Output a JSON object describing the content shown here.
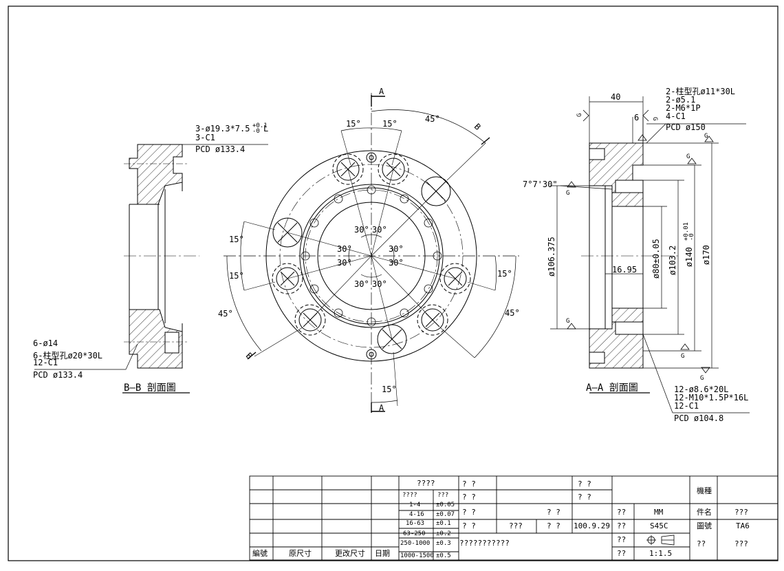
{
  "views": {
    "section_a_title": "A—A 剖面圖",
    "section_b_title": "B—B 剖面圖",
    "cut_label_a": "A",
    "cut_label_b": "B",
    "front": {
      "ang_15a": "15°",
      "ang_15b": "15°",
      "ang_45_top": "45°",
      "ang_15_left1": "15°",
      "ang_15_left2": "15°",
      "ang_45_left": "45°",
      "ang_15_right": "15°",
      "ang_45_right": "45°",
      "ang_15_bottom": "15°",
      "ang_30": "30°"
    },
    "section_b": {
      "note_top_1": "3-ø19.3*7.5",
      "note_top_tol": "+0.1",
      "note_top_tol2": "-0",
      "note_top_1b": "L",
      "note_top_2": "3-C1",
      "note_top_3": "PCD ø133.4",
      "note_bot_1": "6-ø14",
      "note_bot_2": "6-柱型孔ø20*30L",
      "note_bot_3": "12-C1",
      "note_bot_4": "PCD ø133.4"
    },
    "section_a": {
      "dim_40": "40",
      "dim_6": "6",
      "note_r1": "2-柱型孔ø11*30L",
      "note_r2": "2-ø5.1",
      "note_r3": "2-M6*1P",
      "note_r4": "4-C1",
      "note_r5": "PCD ø150",
      "angle": "7°7'30\"",
      "dia_106": "ø106.375",
      "dim_1695": "16.95",
      "dia_80": "ø80±0.05",
      "dia_1032": "ø103.2",
      "dia_140": "ø140",
      "dia_140_tol": "+0.01",
      "dia_140_tol2": "-0",
      "dia_170": "ø170",
      "note_b1": "12-ø8.6*20L",
      "note_b2": "12-M10*1.5P*16L",
      "note_b3": "12-C1",
      "note_b4": "PCD ø104.8",
      "finish": "G"
    }
  },
  "title_block": {
    "rev_headers": [
      "編號",
      "原尺寸",
      "更改尺寸",
      "日期"
    ],
    "tol_title": "????",
    "tol_h1": "????",
    "tol_h2": "???",
    "tol_ranges": [
      "1-4",
      "4-16",
      "16-63",
      "63-250",
      "250-1000",
      "1000-1500"
    ],
    "tol_values": [
      "±0.05",
      "±0.07",
      "±0.1",
      "±0.2",
      "±0.3",
      "±0.5"
    ],
    "q2": "? ?",
    "q3": "???",
    "date": "100.9.29",
    "big_q": "???????????",
    "unit": "MM",
    "material": "S45C",
    "scale": "1:1.5",
    "machine_label": "機種",
    "part_label": "件名",
    "part_value": "???",
    "drawing_label": "圖號",
    "drawing_value": "TA6",
    "qq": "??"
  }
}
